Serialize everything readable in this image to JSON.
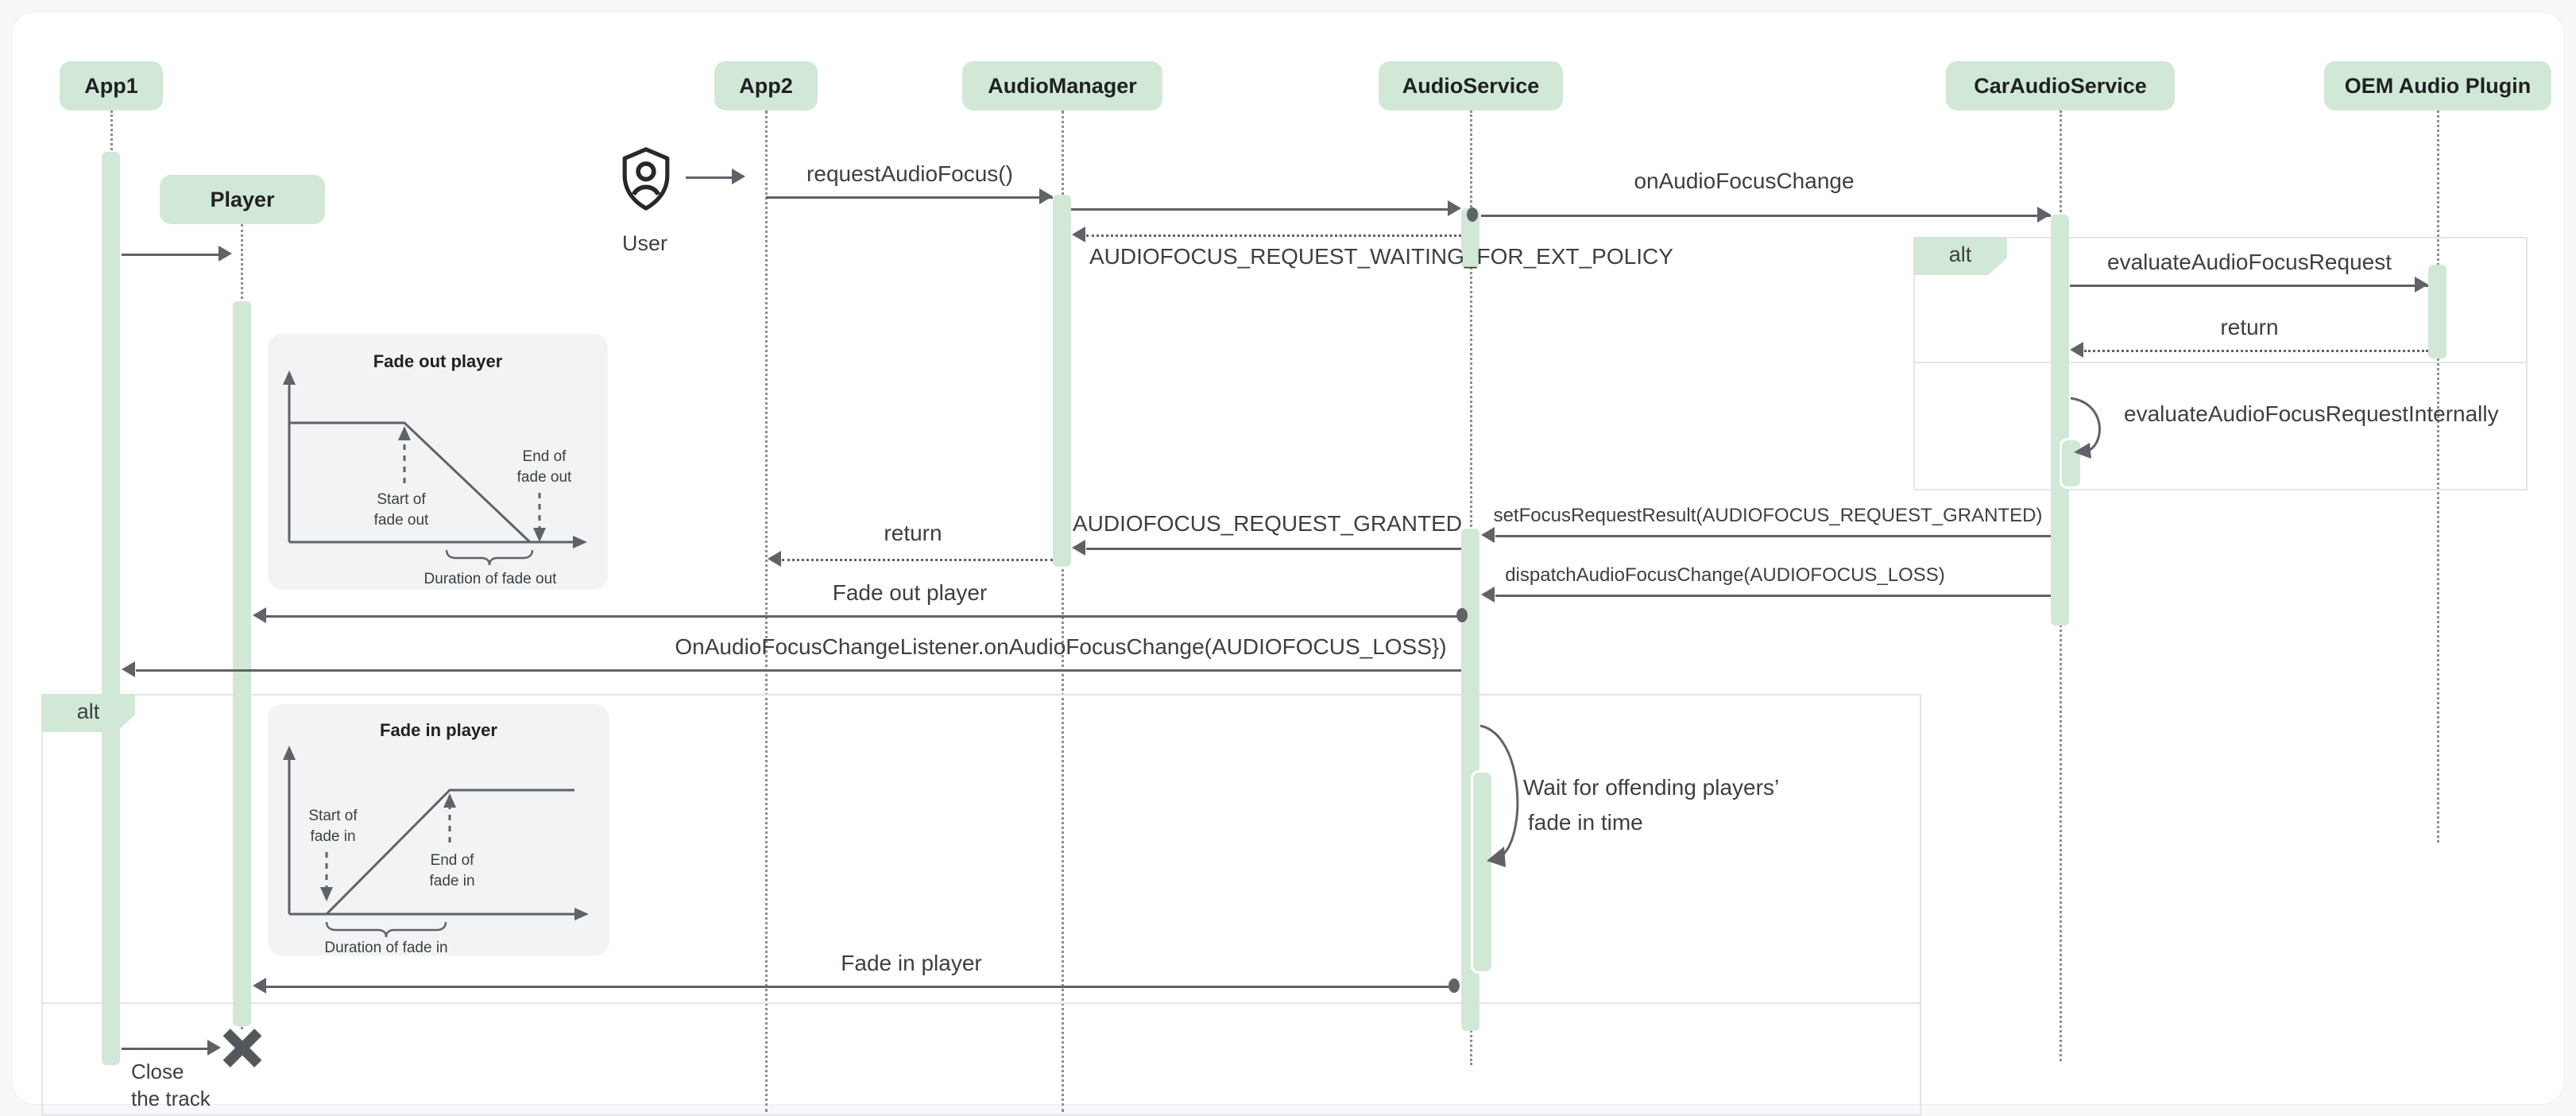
{
  "participants": [
    {
      "id": "app1",
      "label": "App1"
    },
    {
      "id": "app2",
      "label": "App2"
    },
    {
      "id": "audiomanager",
      "label": "AudioManager"
    },
    {
      "id": "audioservice",
      "label": "AudioService"
    },
    {
      "id": "caraudioservice",
      "label": "CarAudioService"
    },
    {
      "id": "oem",
      "label": "OEM Audio Plugin"
    }
  ],
  "objects": {
    "player": {
      "label": "Player"
    }
  },
  "actor": {
    "label": "User"
  },
  "fragments": {
    "alt1": {
      "label": "alt"
    },
    "alt2": {
      "label": "alt"
    }
  },
  "messages": {
    "request_audio_focus": "requestAudioFocus()",
    "on_audio_focus_change": "onAudioFocusChange",
    "waiting_ext_policy": "AUDIOFOCUS_REQUEST_WAITING_FOR_EXT_POLICY",
    "evaluate_request": "evaluateAudioFocusRequest",
    "return_1": "return",
    "evaluate_internally": "evaluateAudioFocusRequestInternally",
    "set_focus_result": "setFocusRequestResult(AUDIOFOCUS_REQUEST_GRANTED)",
    "request_granted": "AUDIOFOCUS_REQUEST_GRANTED",
    "return_2": "return",
    "dispatch_change": "dispatchAudioFocusChange(AUDIOFOCUS_LOSS)",
    "fade_out_player": "Fade out player",
    "on_change_listener": "OnAudioFocusChangeListener.onAudioFocusChange(AUDIOFOCUS_LOSS})",
    "wait_line1": "Wait for offending players’",
    "wait_line2": "fade in time",
    "fade_in_player": "Fade in player",
    "close_line1": "Close",
    "close_line2": "the track"
  },
  "insets": {
    "fade_out": {
      "title": "Fade out player",
      "start": [
        "Start of",
        "fade out"
      ],
      "end": [
        "End of",
        "fade out"
      ],
      "duration": "Duration of fade out"
    },
    "fade_in": {
      "title": "Fade in player",
      "start": [
        "Start of",
        "fade in"
      ],
      "end": [
        "End of",
        "fade in"
      ],
      "duration": "Duration of fade in"
    }
  },
  "colors": {
    "accent_green": "#d2e8d6",
    "arrow_gray": "#5f6368",
    "text_dark": "#202124",
    "text_gray": "#3c4043",
    "inset_bg": "#f1f3f4",
    "page_bg": "#f7f8f9"
  }
}
